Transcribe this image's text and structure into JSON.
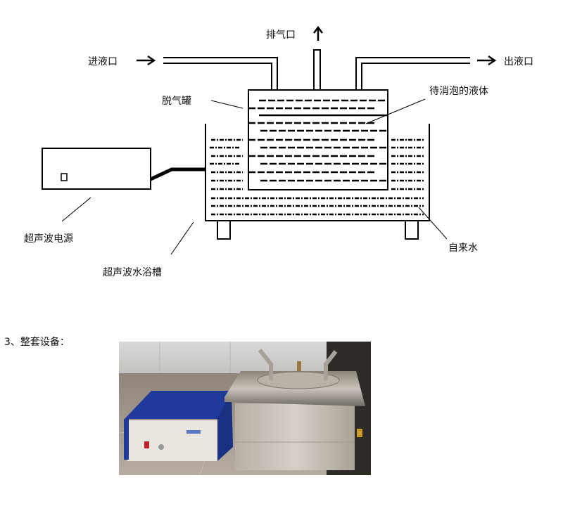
{
  "diagram": {
    "title": "Ultrasonic degassing / defoaming apparatus schematic",
    "labels": {
      "inlet": "进液口",
      "vent": "排气口",
      "outlet": "出液口",
      "degassing_tank": "脱气罐",
      "liquid_to_defoam": "待消泡的液体",
      "ultrasonic_power_supply": "超声波电源",
      "ultrasonic_water_bath": "超声波水浴槽",
      "tap_water": "自来水"
    },
    "arrows": {
      "inlet": "→",
      "vent": "↑",
      "outlet": "→"
    },
    "power_box_switch": "□",
    "colors": {
      "line": "#000000",
      "background": "#ffffff"
    }
  },
  "section": {
    "title": "3、整套设备："
  },
  "photo": {
    "description": "Photo of complete equipment: blue ultrasonic power supply box with red switch and knob beside stainless steel ultrasonic bath with degassing tank and pipes on top",
    "colors": {
      "power_box_blue": "#1f3a9a",
      "power_box_front": "#e8e6df",
      "switch_red": "#c0202a",
      "steel": "#bdb6ad",
      "floor": "#a89d92",
      "wall": "#cfcfcf",
      "dark_corner": "#2e2a26"
    }
  }
}
